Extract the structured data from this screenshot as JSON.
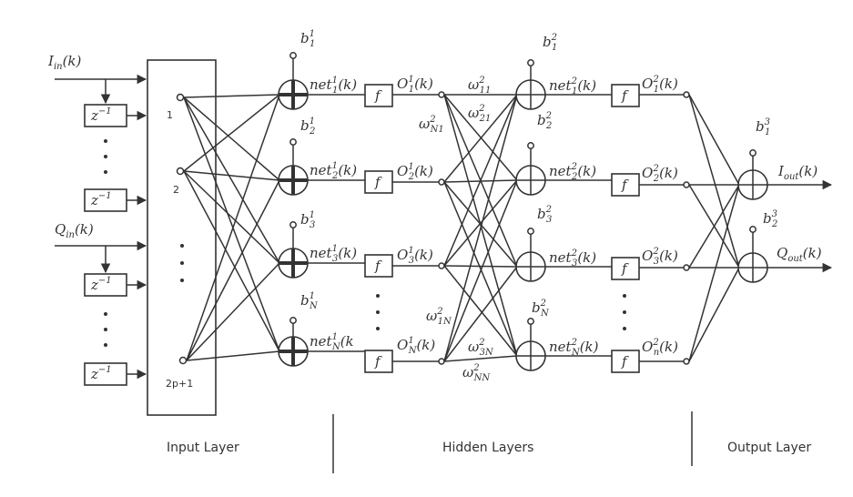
{
  "inputs": {
    "i_in": {
      "base": "I",
      "sub": "in",
      "arg": "(k)"
    },
    "q_in": {
      "base": "Q",
      "sub": "in",
      "arg": "(k)"
    },
    "delay_label": "z",
    "delay_exp": "−1"
  },
  "input_layer": {
    "node_labels": [
      "1",
      "2",
      "2p+1"
    ],
    "caption": "Input Layer"
  },
  "hidden_layer_1": {
    "bias": [
      {
        "base": "b",
        "sub": "1",
        "sup": "1"
      },
      {
        "base": "b",
        "sub": "2",
        "sup": "1"
      },
      {
        "base": "b",
        "sub": "3",
        "sup": "1"
      },
      {
        "base": "b",
        "sub": "N",
        "sup": "1"
      }
    ],
    "net": [
      {
        "base": "net",
        "sub": "1",
        "sup": "1",
        "arg": "(k)"
      },
      {
        "base": "net",
        "sub": "2",
        "sup": "1",
        "arg": "(k)"
      },
      {
        "base": "net",
        "sub": "3",
        "sup": "1",
        "arg": "(k)"
      },
      {
        "base": "net",
        "sub": "N",
        "sup": "1",
        "arg": "(k"
      }
    ],
    "activation": "f",
    "out": [
      {
        "base": "O",
        "sub": "1",
        "sup": "1",
        "arg": "(k)"
      },
      {
        "base": "O",
        "sub": "2",
        "sup": "1",
        "arg": "(k)"
      },
      {
        "base": "O",
        "sub": "3",
        "sup": "1",
        "arg": "(k)"
      },
      {
        "base": "O",
        "sub": "N",
        "sup": "1",
        "arg": "(k)"
      }
    ]
  },
  "weights": [
    {
      "base": "ω",
      "sub": "11",
      "sup": "2"
    },
    {
      "base": "ω",
      "sub": "21",
      "sup": "2"
    },
    {
      "base": "ω",
      "sub": "N1",
      "sup": "2"
    },
    {
      "base": "ω",
      "sub": "1N",
      "sup": "2"
    },
    {
      "base": "ω",
      "sub": "3N",
      "sup": "2"
    },
    {
      "base": "ω",
      "sub": "NN",
      "sup": "2"
    }
  ],
  "hidden_layer_2": {
    "bias": [
      {
        "base": "b",
        "sub": "1",
        "sup": "2"
      },
      {
        "base": "b",
        "sub": "2",
        "sup": "2"
      },
      {
        "base": "b",
        "sub": "3",
        "sup": "2"
      },
      {
        "base": "b",
        "sub": "N",
        "sup": "2"
      }
    ],
    "net": [
      {
        "base": "net",
        "sub": "1",
        "sup": "2",
        "arg": "(k)"
      },
      {
        "base": "net",
        "sub": "2",
        "sup": "2",
        "arg": "(k)"
      },
      {
        "base": "net",
        "sub": "3",
        "sup": "2",
        "arg": "(k)"
      },
      {
        "base": "net",
        "sub": "N",
        "sup": "2",
        "arg": "(k)"
      }
    ],
    "activation": "f",
    "out": [
      {
        "base": "O",
        "sub": "1",
        "sup": "2",
        "arg": "(k)"
      },
      {
        "base": "O",
        "sub": "2",
        "sup": "2",
        "arg": "(k)"
      },
      {
        "base": "O",
        "sub": "3",
        "sup": "2",
        "arg": "(k)"
      },
      {
        "base": "O",
        "sub": "n",
        "sup": "2",
        "arg": "(k)"
      }
    ]
  },
  "output_layer": {
    "bias": [
      {
        "base": "b",
        "sub": "1",
        "sup": "3"
      },
      {
        "base": "b",
        "sub": "2",
        "sup": "3"
      }
    ],
    "outputs": [
      {
        "base": "I",
        "sub": "out",
        "arg": "(k)"
      },
      {
        "base": "Q",
        "sub": "out",
        "arg": "(k)"
      }
    ]
  },
  "captions": {
    "input": "Input Layer",
    "hidden": "Hidden Layers",
    "output": "Output Layer"
  }
}
